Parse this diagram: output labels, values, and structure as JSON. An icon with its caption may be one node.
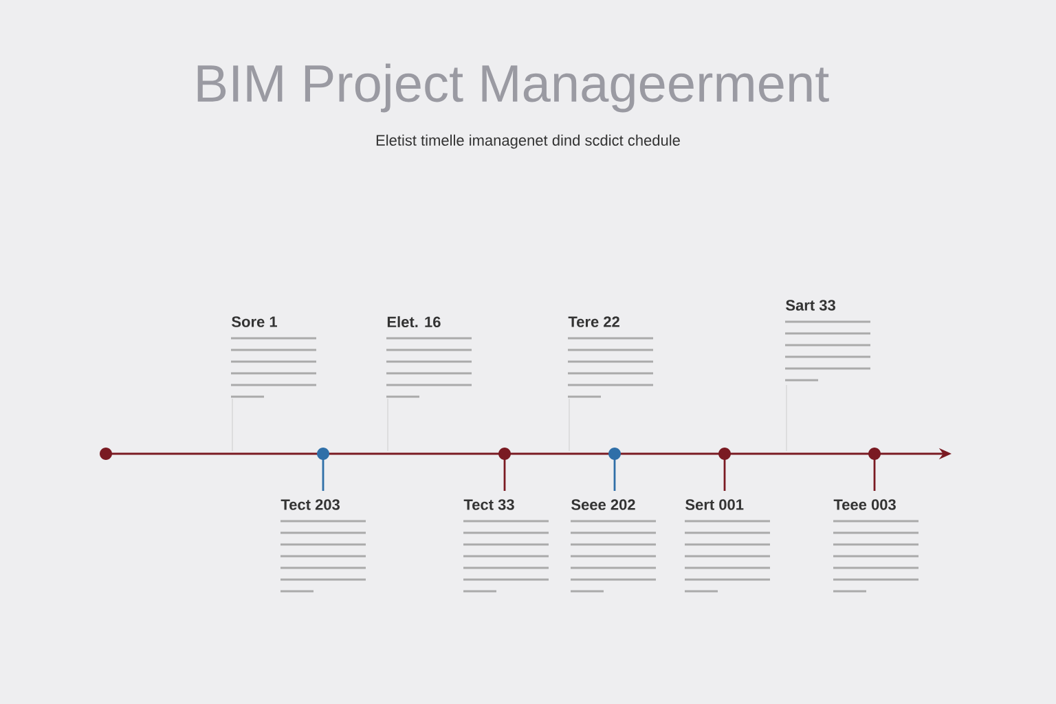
{
  "diagram": {
    "title": "BIM Project Manageerment",
    "labels": [
      "Eletist timelle imanagenet dind scdict chedule",
      "Sore 1",
      "Elet. 16",
      "Tere 22",
      "Sart 33",
      "Tect 203",
      "Tect 33",
      "Seee 202",
      "Sert 001",
      "Teee 003"
    ]
  }
}
